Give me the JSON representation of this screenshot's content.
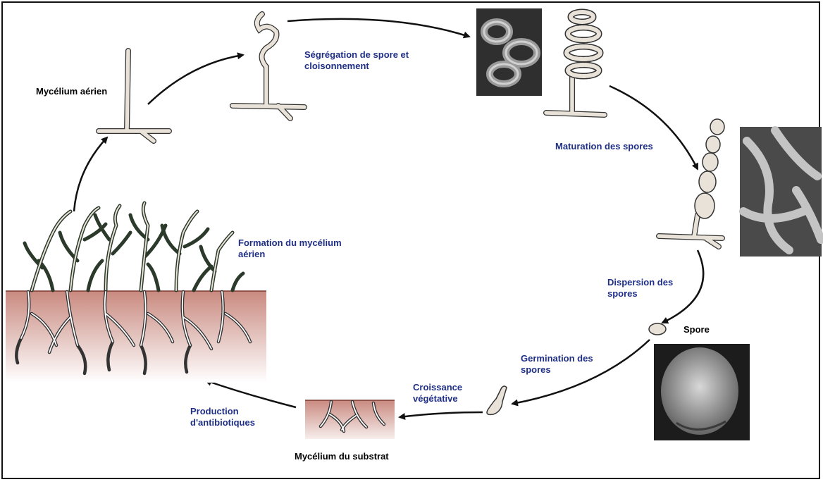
{
  "labels": {
    "aerial_mycelium": "Mycélium aérien",
    "segregation": "Ségrégation de spore et\ncloisonnement",
    "maturation": "Maturation des spores",
    "formation": "Formation du mycélium\naérien",
    "dispersion": "Dispersion des\nspores",
    "spore": "Spore",
    "germination": "Germination des\nspores",
    "croissance": "Croissance\nvégétative",
    "production": "Production\nd'antibiotiques",
    "substrate_mycelium": "Mycélium du substrat"
  },
  "colors": {
    "label_blue": "#1f2f86",
    "hypha_fill": "#e8e2d8",
    "hypha_stroke": "#333333",
    "soil_top": "#c98a80",
    "soil_bottom": "#ffffff",
    "arrow": "#111111",
    "sem_gray": "#6e6e6e"
  }
}
